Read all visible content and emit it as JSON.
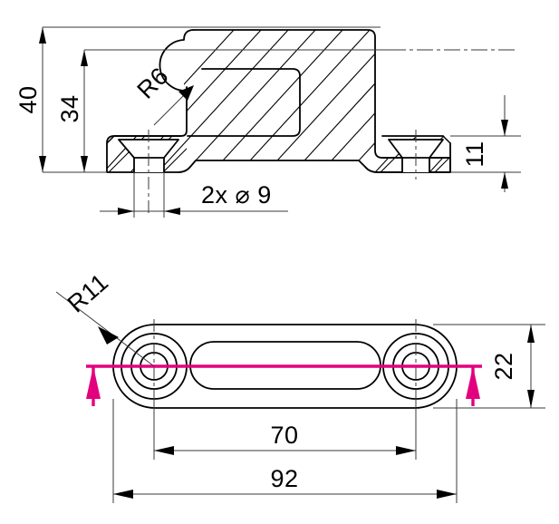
{
  "drawing": {
    "type": "engineering-drawing",
    "description": "Two-view mechanical part drawing: cross-section (top) and plan view (bottom)",
    "units": "mm",
    "line_colors": {
      "object": "#000000",
      "dimension": "#3a3a3a",
      "section_cut": "#e3007f"
    }
  },
  "section_view": {
    "name": "cross-section-view",
    "dimensions": {
      "overall_height": {
        "label": "40",
        "orientation": "vertical",
        "position": "left-outer"
      },
      "boss_height": {
        "label": "34",
        "orientation": "vertical",
        "position": "left-inner"
      },
      "flange_thickness": {
        "label": "11",
        "orientation": "vertical",
        "position": "right"
      },
      "hole_callout": {
        "label": "2x ⌀ 9",
        "prefix": "2x",
        "symbol": "⌀",
        "value": "9",
        "orientation": "horizontal",
        "position": "bottom"
      },
      "fillet_radius": {
        "label": "R6",
        "type": "radius-leader",
        "rotation_deg": -45
      }
    }
  },
  "plan_view": {
    "name": "plan-view",
    "dimensions": {
      "width": {
        "label": "22",
        "orientation": "vertical",
        "position": "right"
      },
      "hole_spacing": {
        "label": "70",
        "orientation": "horizontal",
        "position": "bottom-inner"
      },
      "overall_length": {
        "label": "92",
        "orientation": "horizontal",
        "position": "bottom-outer"
      },
      "end_radius": {
        "label": "R11",
        "type": "radius-leader",
        "rotation_deg": -41
      }
    },
    "section_cut": {
      "name": "section-cut-line",
      "color": "#e3007f",
      "arrow_direction": "up",
      "arrow_count": 2
    }
  }
}
